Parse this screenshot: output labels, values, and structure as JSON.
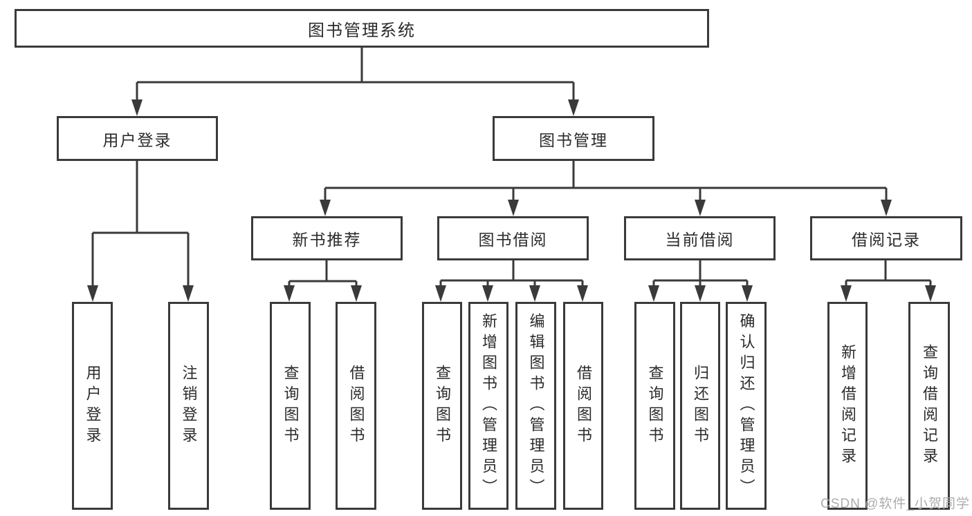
{
  "watermark": "CSDN @软件_小贺同学",
  "tree": {
    "root": "图书管理系统",
    "branches": [
      {
        "label": "用户登录",
        "leaves": [
          "用户登录",
          "注销登录"
        ]
      },
      {
        "label": "图书管理",
        "groups": [
          {
            "label": "新书推荐",
            "leaves": [
              "查询图书",
              "借阅图书"
            ]
          },
          {
            "label": "图书借阅",
            "leaves": [
              "查询图书",
              "新增图书（管理员）",
              "编辑图书（管理员）",
              "借阅图书"
            ]
          },
          {
            "label": "当前借阅",
            "leaves": [
              "查询图书",
              "归还图书",
              "确认归还（管理员）"
            ]
          },
          {
            "label": "借阅记录",
            "leaves": [
              "新增借阅记录",
              "查询借阅记录"
            ]
          }
        ]
      }
    ]
  }
}
